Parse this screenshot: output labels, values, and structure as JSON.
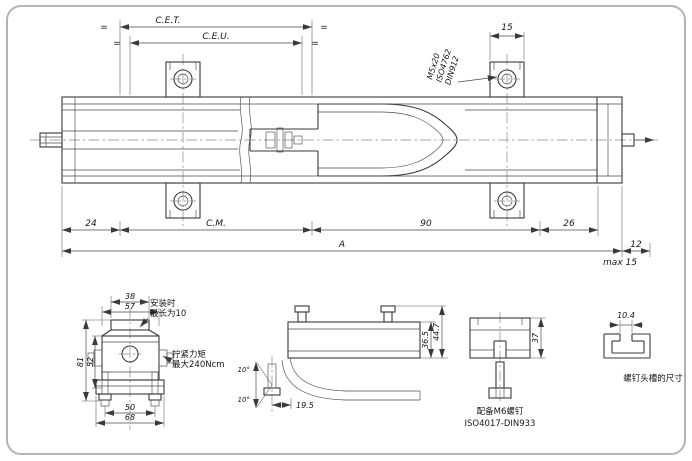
{
  "meta": {
    "type": "technical-drawing",
    "line_color": "#3a3a3a",
    "border_color": "#b3b3b3",
    "background": "#ffffff"
  },
  "main": {
    "cet": "C.E.T.",
    "ceu": "C.E.U.",
    "eq": "=",
    "d15": "15",
    "screw": {
      "l1": "M5x20",
      "l2": "ISO4762",
      "l3": "DIN912"
    },
    "d24": "24",
    "cm": "C.M.",
    "d90": "90",
    "d26": "26",
    "a": "A",
    "d12": "12",
    "max15": "max  15"
  },
  "front": {
    "d38": "38",
    "d57": "57",
    "d81": "81",
    "d52": "52",
    "d50": "50",
    "d68": "68",
    "note_install_1": "安装时",
    "note_install_2": "最长为10",
    "note_torque_1": "拧紧力矩",
    "note_torque_2": "最大240Ncm"
  },
  "side": {
    "d447": "44.7",
    "d365": "36.5",
    "d195": "19.5",
    "ang1": "10°",
    "ang2": "10°"
  },
  "bracket": {
    "d37": "37",
    "note_1": "配备M6螺钉",
    "note_2": "ISO4017-DIN933"
  },
  "slot": {
    "d104": "10.4",
    "note": "螺钉头槽的尺寸"
  }
}
